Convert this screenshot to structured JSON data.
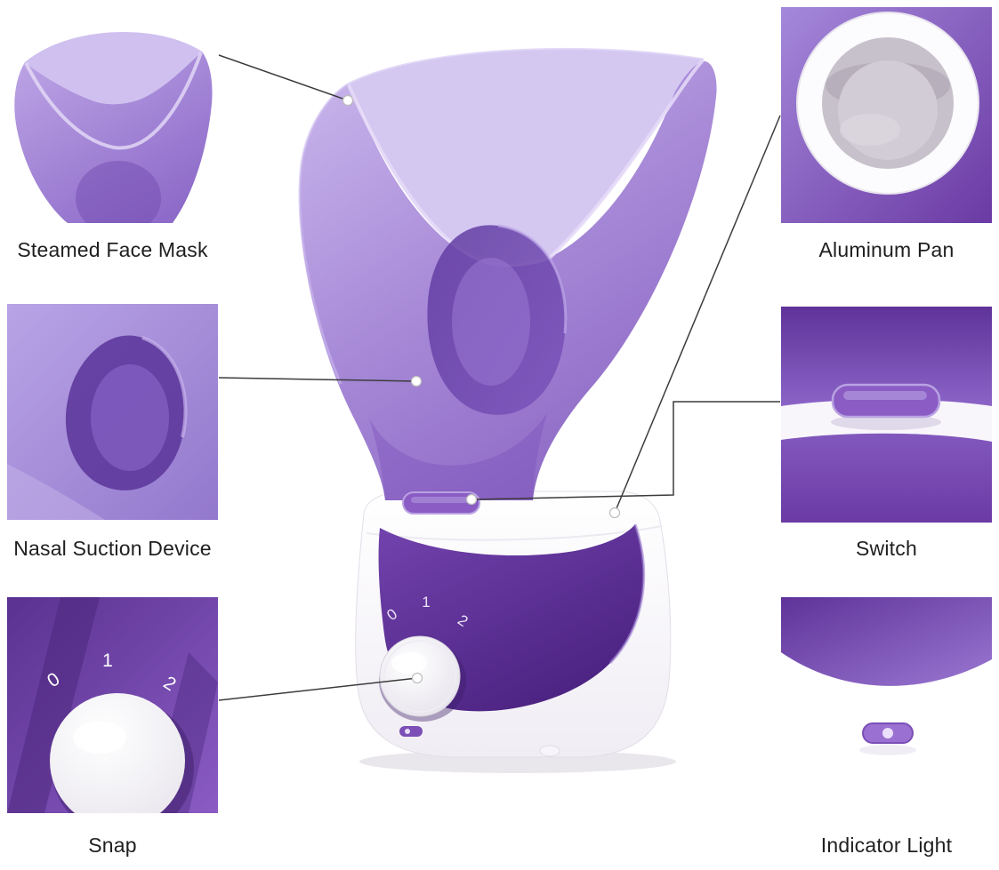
{
  "product_diagram": {
    "callouts": [
      {
        "id": "steamed-face-mask",
        "label": "Steamed Face Mask",
        "position": "top-left"
      },
      {
        "id": "nasal-suction-device",
        "label": "Nasal Suction Device",
        "position": "middle-left"
      },
      {
        "id": "snap",
        "label": "Snap",
        "position": "bottom-left"
      },
      {
        "id": "aluminum-pan",
        "label": "Aluminum Pan",
        "position": "top-right"
      },
      {
        "id": "switch",
        "label": "Switch",
        "position": "middle-right"
      },
      {
        "id": "indicator-light",
        "label": "Indicator Light",
        "position": "bottom-right"
      }
    ],
    "dial_marks": [
      "0",
      "1",
      "2"
    ],
    "colors": {
      "mask_purple": "#9b7bd0",
      "mask_light": "#cfc2f0",
      "panel_purple": "#5c2f93",
      "latch_purple": "#8a5cc4",
      "base_white": "#ffffff",
      "label_text": "#1f1f1f",
      "connector_line": "#3c3c3c"
    }
  }
}
